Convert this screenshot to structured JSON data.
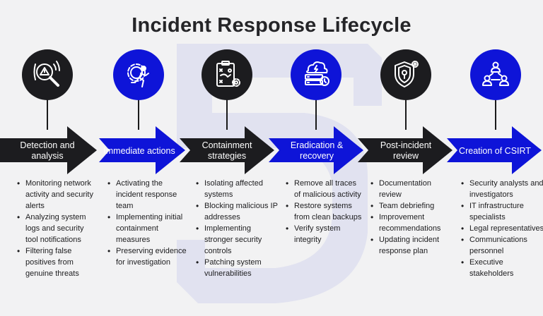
{
  "title": "Incident Response Lifecycle",
  "colors": {
    "dark": "#1c1c1f",
    "blue": "#0e14d8",
    "bullet_text": "#1d1d1f",
    "watermark": "#d4d6ec"
  },
  "stages": [
    {
      "label": "Detection and analysis",
      "icon": "magnifier-alert-icon",
      "color": "dark",
      "bullets": [
        "Monitoring network activity and security alerts",
        "Analyzing system logs and security tool notifications",
        "Filtering false positives from genuine threats"
      ]
    },
    {
      "label": "Immediate actions",
      "icon": "gear-runner-icon",
      "color": "blue",
      "bullets": [
        "Activating the incident response team",
        "Implementing initial containment measures",
        "Preserving evidence for investigation"
      ]
    },
    {
      "label": "Containment strategies",
      "icon": "clipboard-strategy-icon",
      "color": "dark",
      "bullets": [
        "Isolating affected systems",
        "Blocking malicious IP addresses",
        "Implementing stronger security controls",
        "Patching system vulnerabilities"
      ]
    },
    {
      "label": "Eradication & recovery",
      "icon": "cloud-server-restore-icon",
      "color": "blue",
      "bullets": [
        "Remove all traces of malicious activity",
        "Restore systems from clean backups",
        "Verify system integrity"
      ]
    },
    {
      "label": "Post-incident review",
      "icon": "shield-lock-review-icon",
      "color": "dark",
      "bullets": [
        "Documentation review",
        "Team debriefing",
        "Improvement recommendations",
        "Updating incident response plan"
      ]
    },
    {
      "label": "Creation of CSIRT",
      "icon": "team-network-icon",
      "color": "blue",
      "bullets": [
        "Security analysts and investigators",
        "IT infrastructure specialists",
        "Legal representatives",
        "Communications personnel",
        "Executive stakeholders"
      ]
    }
  ]
}
